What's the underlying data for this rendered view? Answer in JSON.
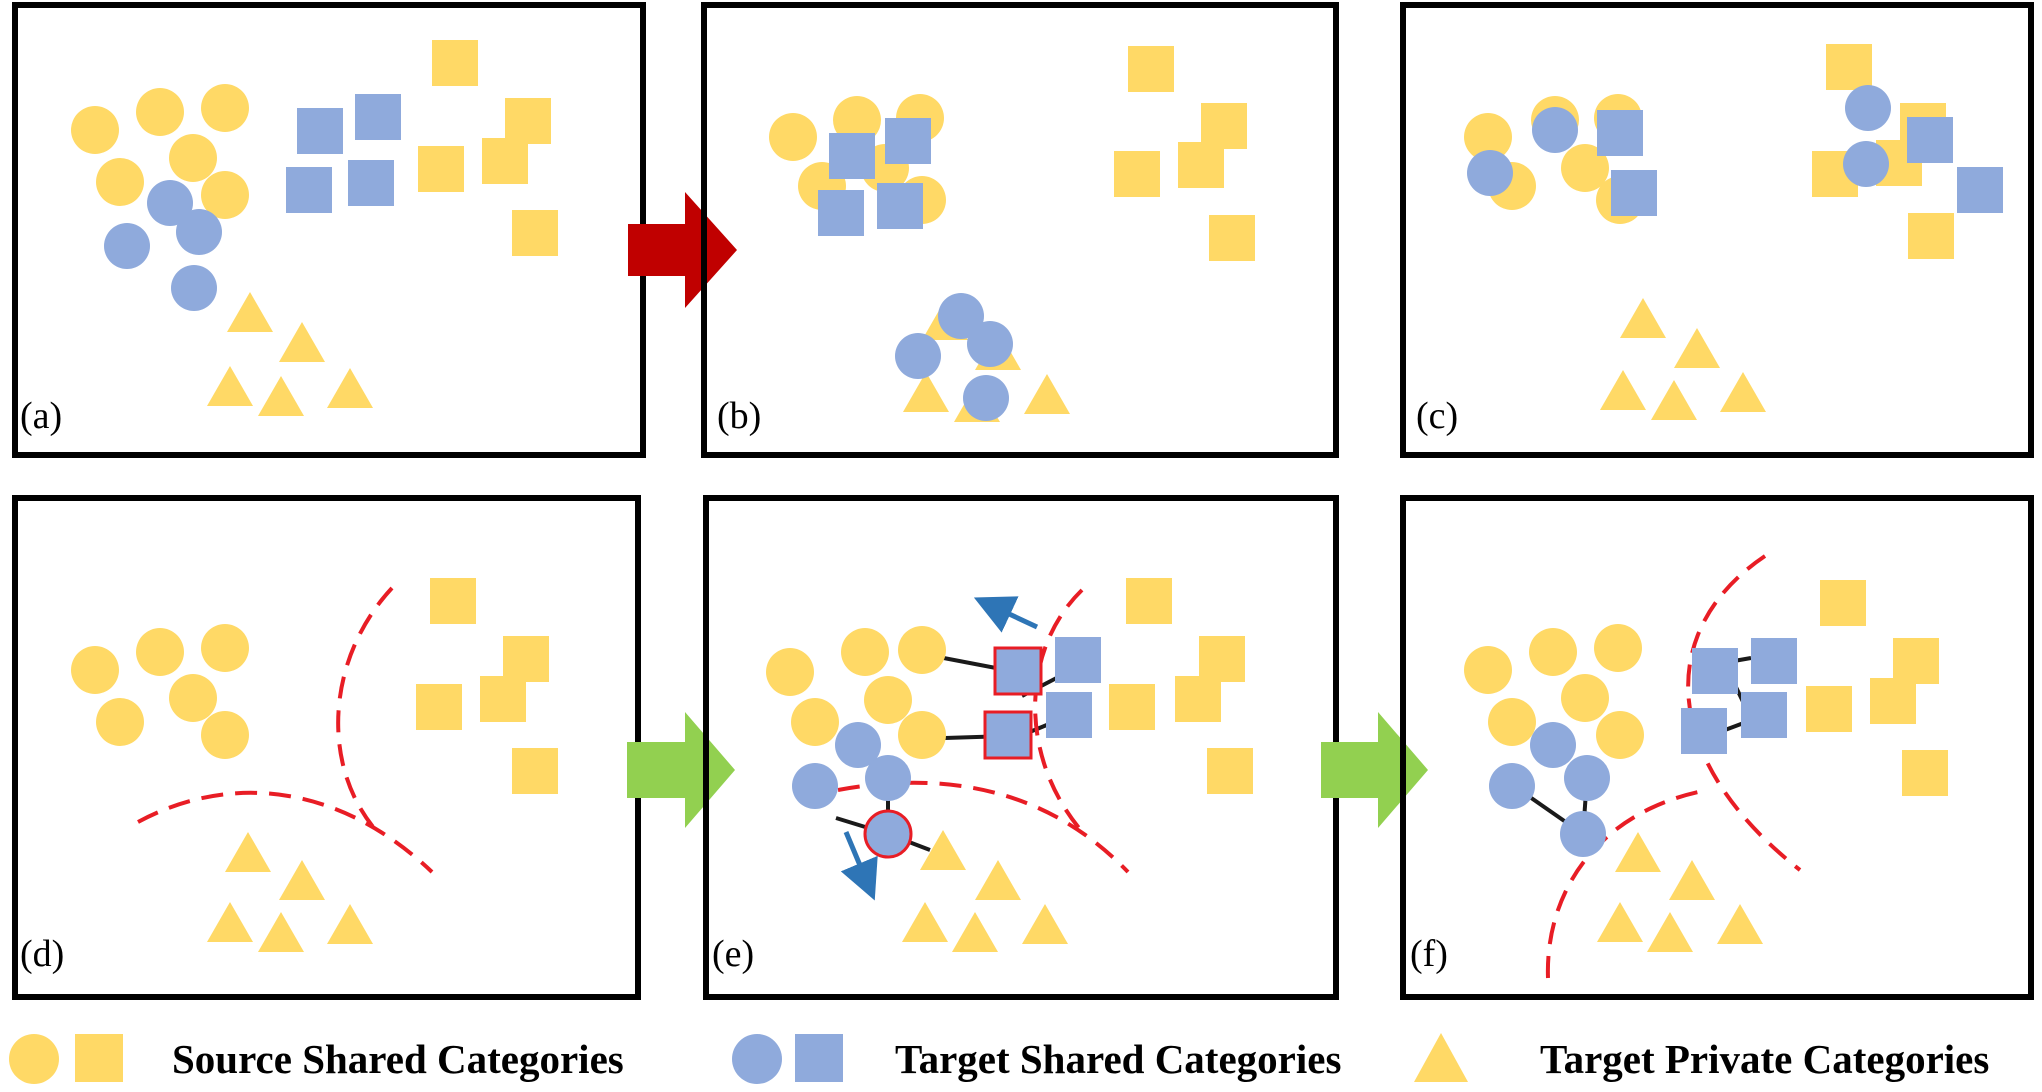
{
  "figure": {
    "panels": [
      {
        "id": "a",
        "label": "(a)"
      },
      {
        "id": "b",
        "label": "(b)"
      },
      {
        "id": "c",
        "label": "(c)"
      },
      {
        "id": "d",
        "label": "(d)"
      },
      {
        "id": "e",
        "label": "(e)"
      },
      {
        "id": "f",
        "label": "(f)"
      }
    ],
    "legend": {
      "source_shared": "Source Shared Categories",
      "target_shared": "Target Shared Categories",
      "target_private": "Target Private Categories"
    },
    "colors": {
      "source": "#ffd966",
      "target": "#8faadc",
      "boundary": "#e81d25",
      "arrow_top": "#c00000",
      "arrow_bottom": "#92d050",
      "move_arrow": "#2e75b6"
    }
  }
}
